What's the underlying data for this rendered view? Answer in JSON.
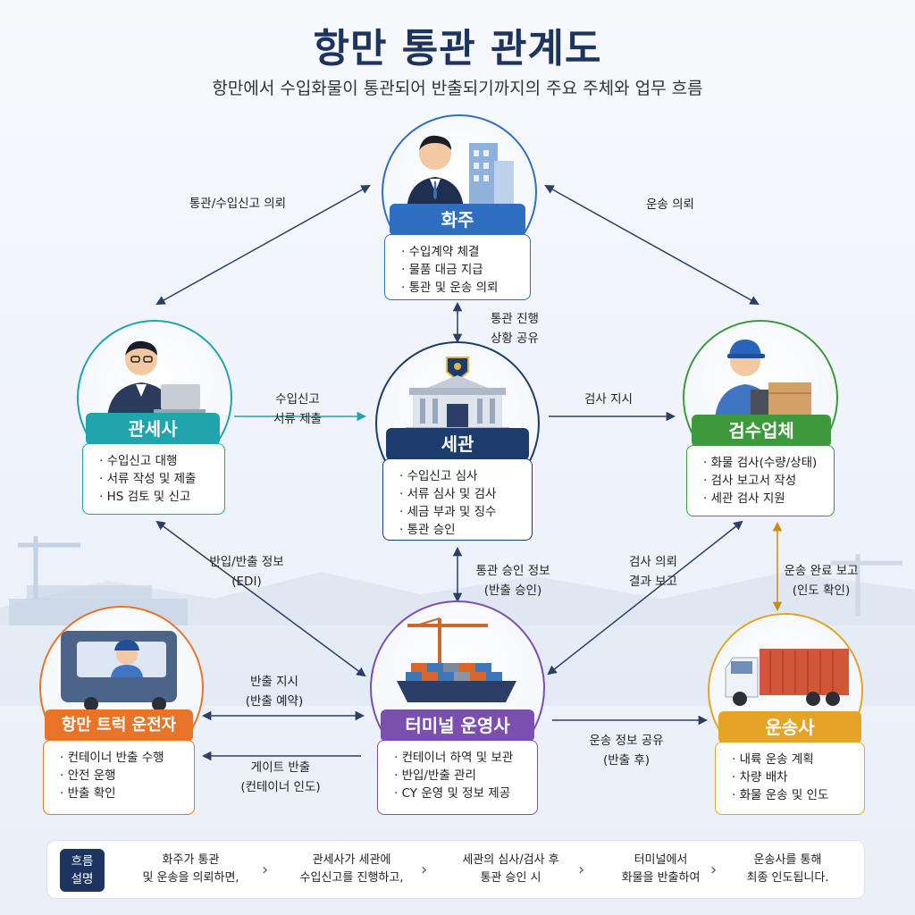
{
  "header": {
    "title": "항만 통관 관계도",
    "subtitle": "항만에서 수입화물이 통관되어 반출되기까지의 주요 주체와 업무 흐름"
  },
  "nodes": {
    "shipper": {
      "name": "화주",
      "color": "#2e6fc2",
      "items": [
        "수입계약 체결",
        "물품 대금 지급",
        "통관 및 운송 의뢰"
      ]
    },
    "broker": {
      "name": "관세사",
      "color": "#1ea5ad",
      "items": [
        "수입신고 대행",
        "서류 작성 및 제출",
        "HS 검토 및 신고"
      ]
    },
    "customs": {
      "name": "세관",
      "color": "#1d3c6e",
      "items": [
        "수입신고 심사",
        "서류 심사 및 검사",
        "세금 부과 및 징수",
        "통관 승인"
      ]
    },
    "inspector": {
      "name": "검수업체",
      "color": "#3d9a3a",
      "items": [
        "화물 검사(수량/상태)",
        "검사 보고서 작성",
        "세관 검사 지원"
      ]
    },
    "driver": {
      "name": "항만 트럭 운전자",
      "color": "#e8742a",
      "items": [
        "컨테이너 반출 수행",
        "안전 운행",
        "반출 확인"
      ]
    },
    "terminal": {
      "name": "터미널 운영사",
      "color": "#7b4fb0",
      "items": [
        "컨테이너 하역 및 보관",
        "반입/반출 관리",
        "CY 운영 및 정보 제공"
      ]
    },
    "carrier": {
      "name": "운송사",
      "color": "#e6a427",
      "items": [
        "내륙 운송 계획",
        "차량 배차",
        "화물 운송 및 인도"
      ]
    }
  },
  "flows": {
    "shipper_broker": "통관/수입신고 의뢰",
    "shipper_inspector": "운송 의뢰",
    "shipper_customs_1": "통관 진행",
    "shipper_customs_2": "상황 공유",
    "broker_customs_1": "수입신고",
    "broker_customs_2": "서류 제출",
    "customs_inspector": "검사 지시",
    "broker_terminal_1": "반입/반출 정보",
    "broker_terminal_2": "(EDI)",
    "customs_terminal_1": "통관 승인 정보",
    "customs_terminal_2": "(반출 승인)",
    "inspector_terminal_1": "검사 의뢰",
    "inspector_terminal_2": "결과 보고",
    "inspector_carrier_1": "운송 완료 보고",
    "inspector_carrier_2": "(인도 확인)",
    "terminal_driver_a1": "반출 지시",
    "terminal_driver_a2": "(반출 예약)",
    "terminal_driver_b1": "게이트 반출",
    "terminal_driver_b2": "(컨테이너 인도)",
    "terminal_carrier_1": "운송 정보 공유",
    "terminal_carrier_2": "(반출 후)"
  },
  "legend": {
    "tag_1": "흐름",
    "tag_2": "설명",
    "steps": [
      [
        "화주가 통관",
        "및 운송을 의뢰하면,"
      ],
      [
        "관세사가 세관에",
        "수입신고를 진행하고,"
      ],
      [
        "세관의 심사/검사 후",
        "통관 승인 시"
      ],
      [
        "터미널에서",
        "화물을 반출하여"
      ],
      [
        "운송사를 통해",
        "최종 인도됩니다."
      ]
    ],
    "chevron": "›"
  }
}
